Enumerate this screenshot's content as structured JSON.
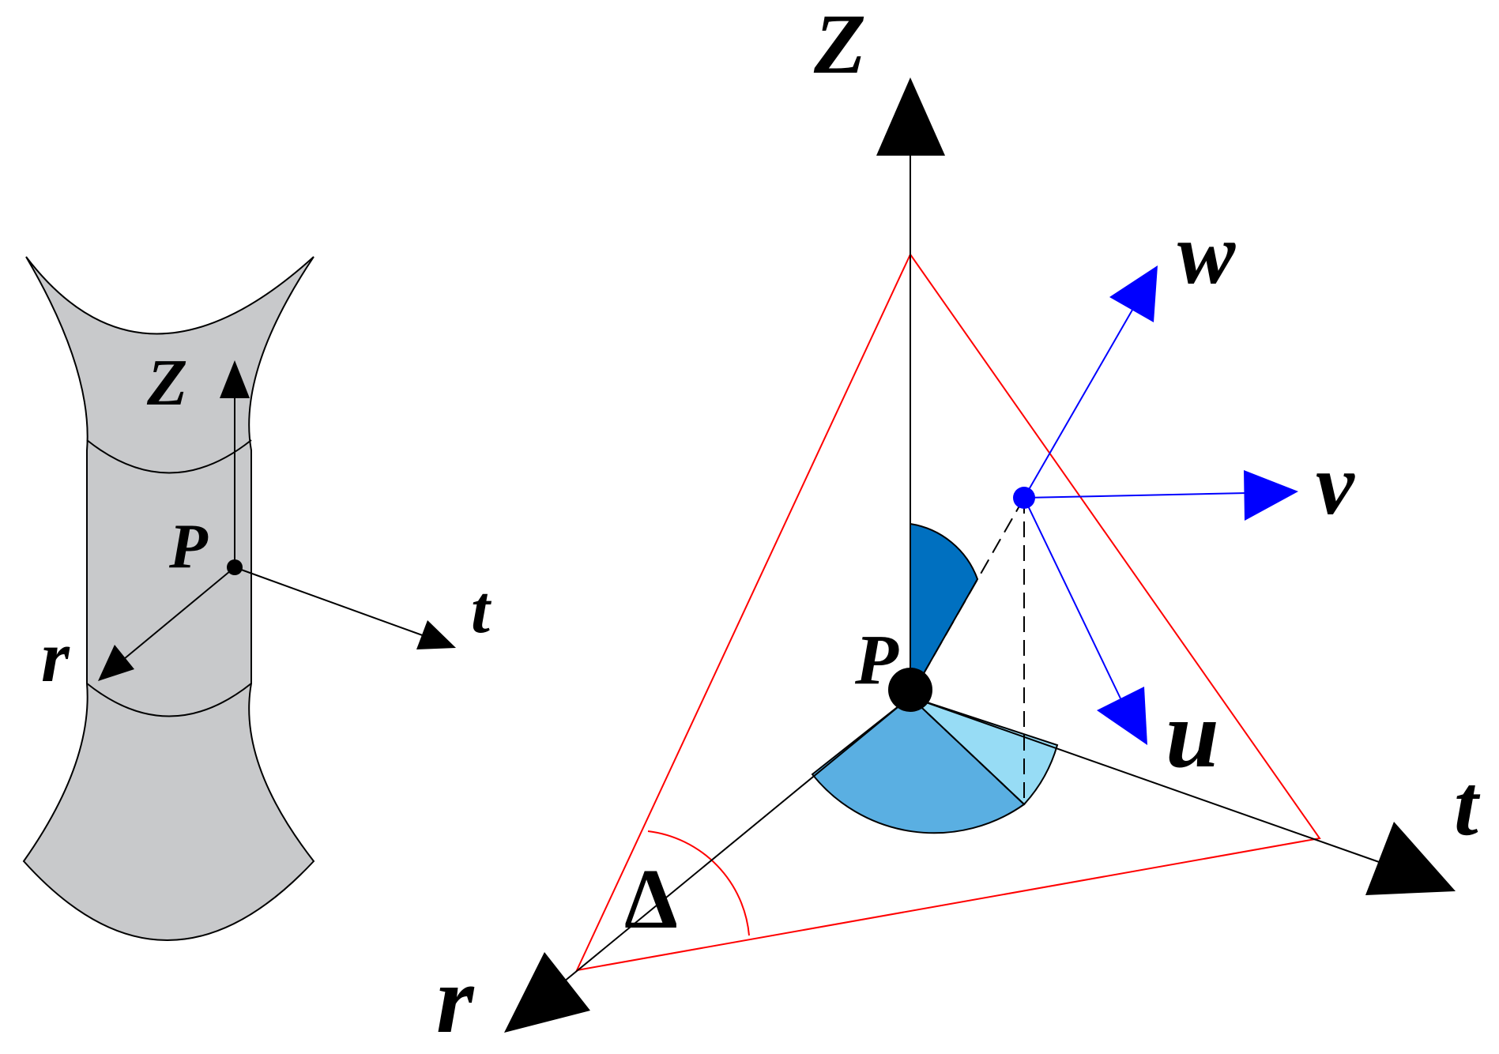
{
  "colors": {
    "background": "#ffffff",
    "surface_fill": "#c8c9cb",
    "frame_red": "#ff0000",
    "axis_black": "#000000",
    "local_blue": "#0000ff",
    "sector_dark_blue": "#0070c0",
    "sector_mid_blue": "#5aafe2",
    "sector_light_blue": "#97dcf5"
  },
  "left_figure": {
    "labels": {
      "z": "Z",
      "p": "P",
      "t": "t",
      "r": "r"
    }
  },
  "right_figure": {
    "labels": {
      "z": "Z",
      "w": "w",
      "v": "v",
      "p": "P",
      "u": "u",
      "t": "t",
      "r": "r",
      "delta": "Δ"
    }
  }
}
